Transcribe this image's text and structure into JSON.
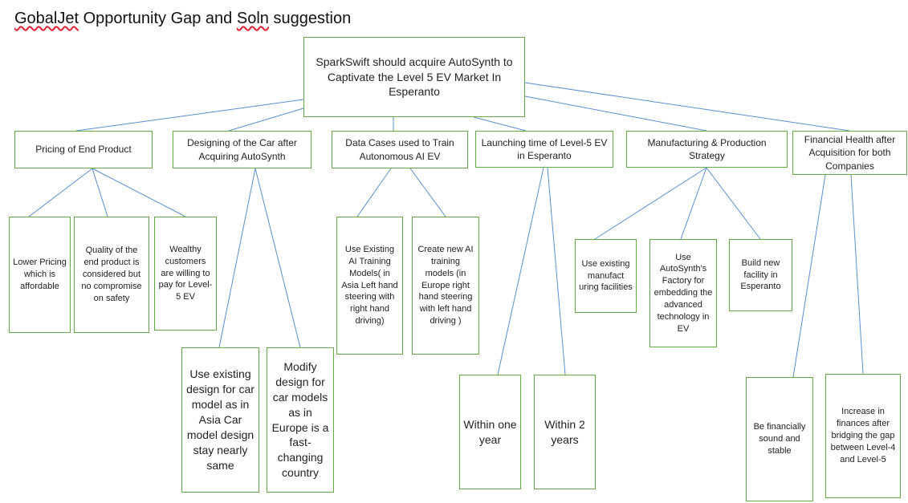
{
  "title_prefix": "GobalJet",
  "title_rest": " Opportunity Gap and ",
  "title_soln": "Soln",
  "title_suffix": " suggestion",
  "root": "SparkSwift should acquire AutoSynth to Captivate the Level 5 EV Market In Esperanto",
  "categories": [
    "Pricing of End Product",
    "Designing of the Car after Acquiring AutoSynth",
    "Data Cases used to Train Autonomous AI EV",
    "Launching time of Level-5 EV in Esperanto",
    "Manufacturing & Production Strategy",
    "Financial Health after Acquisition for both Companies"
  ],
  "pricing": [
    "Lower Pricing which is affordable",
    "Quality of the end product is considered but no compromise on safety",
    "Wealthy customers are willing to pay for Level-5 EV"
  ],
  "design": [
    "Use existing design for car model as in Asia Car model design stay nearly same",
    "Modify design for car models as in Europe is a fast-changing country"
  ],
  "data_cases": [
    "Use Existing AI Training Models( in Asia Left hand steering with right hand driving)",
    "Create new AI training models (in Europe right hand steering with left hand driving )"
  ],
  "launch": [
    "Within one year",
    "Within 2 years"
  ],
  "manufacturing": [
    "Use existing manufact uring facilities",
    "Use AutoSynth's Factory for embedding the advanced technology in EV",
    "Build new facility in Esperanto"
  ],
  "financial": [
    "Be financially sound and stable",
    "Increase in finances after bridging the gap between Level-4 and Level-5"
  ]
}
